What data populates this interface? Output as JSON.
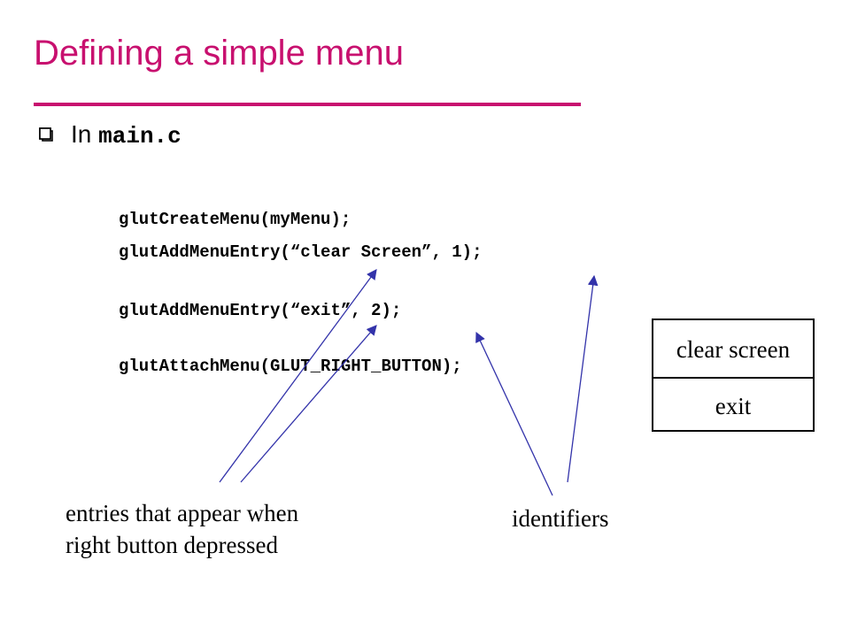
{
  "slide": {
    "title": "Defining a simple menu",
    "bullet": {
      "prefix": "In ",
      "code": "main.c"
    },
    "code_lines": [
      "glutCreateMenu(myMenu);",
      "glutAddMenuEntry(“clear Screen”, 1);",
      "glutAddMenuEntry(“exit”, 2);",
      "glutAttachMenu(GLUT_RIGHT_BUTTON);"
    ],
    "menu": {
      "items": [
        "clear screen",
        "exit"
      ]
    },
    "annotations": {
      "entries_line1": "entries that appear when",
      "entries_line2": "right button depressed",
      "identifiers": "identifiers"
    }
  },
  "colors": {
    "title": "#c8106f",
    "arrow": "#3333aa"
  }
}
